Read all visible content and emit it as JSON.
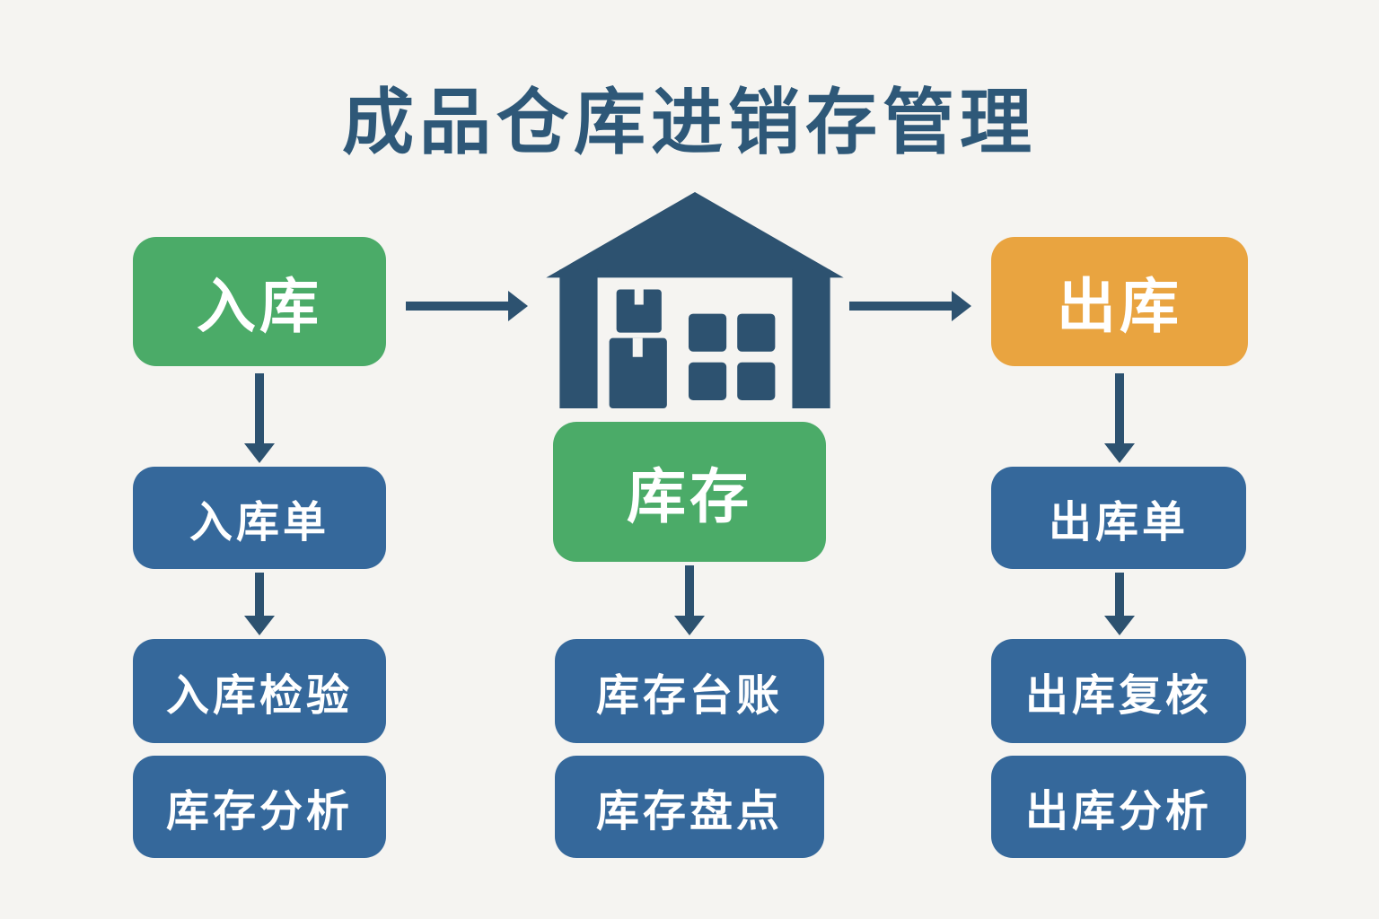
{
  "title": "成品仓库进销存管理",
  "colors": {
    "background": "#f5f4f1",
    "title_text": "#2e5878",
    "arrow": "#2d5270",
    "warehouse_icon": "#2d5270",
    "green_node": "#4bab68",
    "orange_node": "#e9a440",
    "blue_node": "#35689b",
    "node_text": "#ffffff"
  },
  "columns": {
    "inbound": {
      "header": "入库",
      "steps": [
        "入库单",
        "入库检验",
        "库存分析"
      ]
    },
    "inventory": {
      "header": "库存",
      "steps": [
        "库存台账",
        "库存盘点"
      ]
    },
    "outbound": {
      "header": "出库",
      "steps": [
        "出库单",
        "出库复核",
        "出库分析"
      ]
    }
  },
  "icons": {
    "warehouse": "warehouse-icon"
  }
}
